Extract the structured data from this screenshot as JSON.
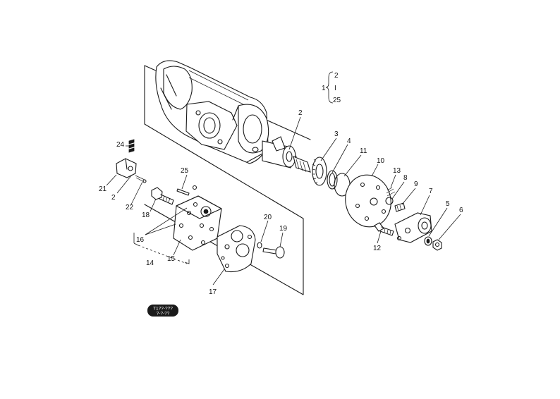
{
  "diagram": {
    "callouts": [
      {
        "id": "c1",
        "text": "1"
      },
      {
        "id": "c2a",
        "text": "2"
      },
      {
        "id": "c2b",
        "text": "2"
      },
      {
        "id": "c2c",
        "text": "2"
      },
      {
        "id": "c3",
        "text": "3"
      },
      {
        "id": "c4",
        "text": "4"
      },
      {
        "id": "c5",
        "text": "5"
      },
      {
        "id": "c6",
        "text": "6"
      },
      {
        "id": "c7",
        "text": "7"
      },
      {
        "id": "c8",
        "text": "8"
      },
      {
        "id": "c9",
        "text": "9"
      },
      {
        "id": "c10",
        "text": "10"
      },
      {
        "id": "c11",
        "text": "11"
      },
      {
        "id": "c12",
        "text": "12"
      },
      {
        "id": "c13",
        "text": "13"
      },
      {
        "id": "c14",
        "text": "14"
      },
      {
        "id": "c15",
        "text": "15"
      },
      {
        "id": "c16",
        "text": "16"
      },
      {
        "id": "c17",
        "text": "17"
      },
      {
        "id": "c18",
        "text": "18"
      },
      {
        "id": "c19",
        "text": "19"
      },
      {
        "id": "c20",
        "text": "20"
      },
      {
        "id": "c21",
        "text": "21"
      },
      {
        "id": "c22",
        "text": "22"
      },
      {
        "id": "c24",
        "text": "24"
      },
      {
        "id": "c25a",
        "text": "25"
      },
      {
        "id": "c25b",
        "text": "25"
      }
    ],
    "legend_group": {
      "parent": "1",
      "first": "2",
      "separator": "I",
      "last": "25"
    },
    "stamp": {
      "line1": "T1??-???",
      "line2": "?-?-??"
    }
  }
}
